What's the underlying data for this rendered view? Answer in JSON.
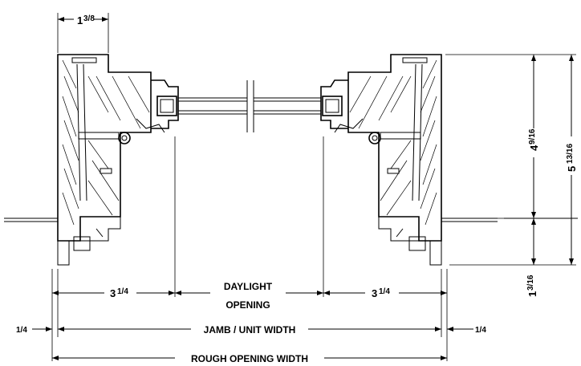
{
  "dimensions": {
    "jamb_depth_whole": "1",
    "jamb_depth_frac": "3/8",
    "frame_left_whole": "3",
    "frame_left_frac": "1/4",
    "frame_right_whole": "3",
    "frame_right_frac": "1/4",
    "daylight_line1": "DAYLIGHT",
    "daylight_line2": "OPENING",
    "jamb_unit_width": "JAMB / UNIT WIDTH",
    "rough_opening_width": "ROUGH OPENING WIDTH",
    "shim_left": "1/4",
    "shim_right": "1/4",
    "height_upper_whole": "4",
    "height_upper_frac": "9/16",
    "height_total_whole": "5",
    "height_total_frac": "13/16",
    "height_lower_whole": "1",
    "height_lower_frac": "3/16"
  }
}
